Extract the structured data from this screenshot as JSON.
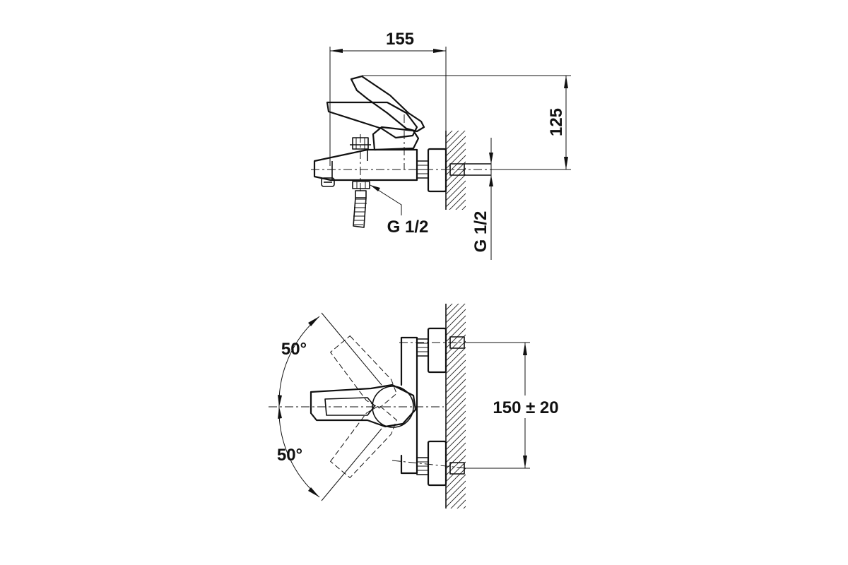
{
  "side_view": {
    "width_dim": "155",
    "height_dim": "125",
    "shower_thread": "G 1/2",
    "inlet_thread": "G 1/2"
  },
  "top_view": {
    "angle_up": "50°",
    "angle_down": "50°",
    "inlet_spacing": "150 ± 20"
  },
  "colors": {
    "line": "#111111",
    "background": "#ffffff"
  }
}
